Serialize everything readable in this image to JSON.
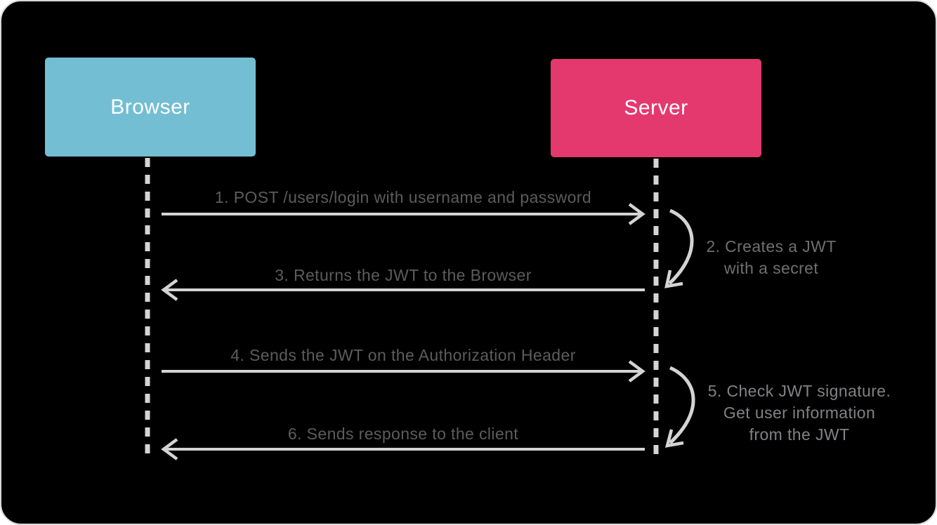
{
  "actors": {
    "browser": {
      "label": "Browser",
      "color": "#73bed3"
    },
    "server": {
      "label": "Server",
      "color": "#e4396e"
    }
  },
  "messages": {
    "m1": {
      "text": "1. POST /users/login with username and password",
      "direction": "browser-to-server"
    },
    "m2": {
      "lines": [
        "2. Creates a JWT",
        "with a secret"
      ],
      "type": "server-self-action"
    },
    "m3": {
      "text": "3. Returns the JWT to the Browser",
      "direction": "server-to-browser"
    },
    "m4": {
      "text": "4. Sends the JWT on the Authorization Header",
      "direction": "browser-to-server"
    },
    "m5": {
      "lines": [
        "5. Check JWT signature.",
        "Get user information",
        "from the JWT"
      ],
      "type": "server-self-action"
    },
    "m6": {
      "text": "6. Sends response to the client",
      "direction": "server-to-browser"
    }
  },
  "colors": {
    "background": "#000000",
    "canvas_border": "#d9d9d9",
    "line": "#d4d4d4",
    "message_label": "#5c5c5c",
    "side_label": "#6f6f72",
    "side_label_light": "#828286",
    "actor_text": "#ffffff"
  }
}
